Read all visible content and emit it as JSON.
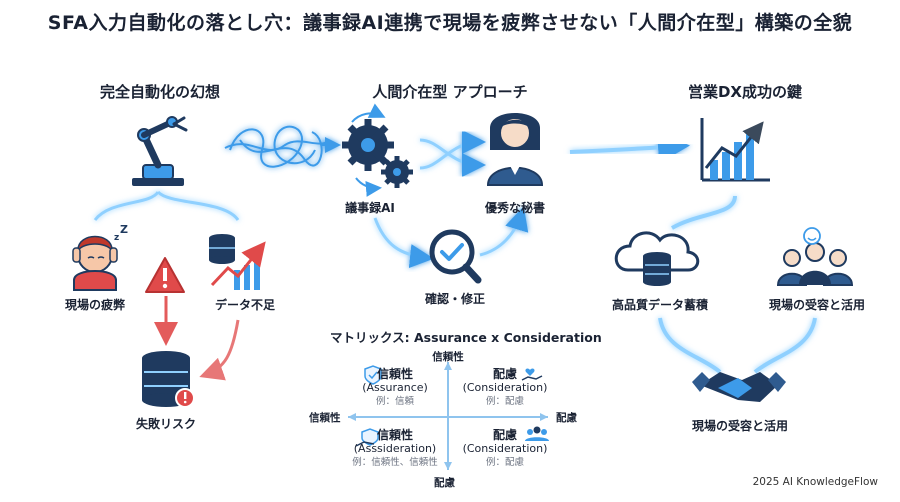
{
  "title": "SFA入力自動化の落とし穴：議事録AI連携で現場を疲弊させない「人間介在型」構築の全貌",
  "colors": {
    "accent_blue": "#3d9be9",
    "glow_blue": "#8fd0ff",
    "navy": "#1f3a5f",
    "alert_red": "#e04a4a",
    "text": "#1a2233"
  },
  "left": {
    "heading": "完全自動化の幻想",
    "robot_icon": "robot-arm-icon",
    "fatigue_label": "現場の疲弊",
    "data_shortage_label": "データ不足",
    "risk_label": "失敗リスク",
    "warning_icon": "warning-icon"
  },
  "center": {
    "heading": "人間介在型 アプローチ",
    "ai_label": "議事録AI",
    "secretary_label": "優秀な秘書",
    "review_label": "確認・修正"
  },
  "right": {
    "heading": "営業DX成功の鍵",
    "quality_data_label": "高品質データ蓄積",
    "team_label": "現場の受容と活用",
    "handshake_label": "現場の受容と活用"
  },
  "matrix": {
    "title": "マトリックス: Assurance x Consideration",
    "axis_top": "信頼性",
    "axis_left": "信頼性",
    "axis_right": "配慮",
    "axis_bottom": "配慮",
    "q1": {
      "title": "信頼性",
      "sub": "(Assurance)",
      "example": "例：信頼"
    },
    "q2": {
      "title": "配慮",
      "sub": "(Consideration)",
      "example": "例：配慮"
    },
    "q3": {
      "title": "信頼性",
      "sub": "(Asssideration)",
      "example": "例：信頼性、信頼性"
    },
    "q4": {
      "title": "配慮",
      "sub": "(Consideration)",
      "example": "例：配慮"
    }
  },
  "footer": "2025 AI KnowledgeFlow"
}
